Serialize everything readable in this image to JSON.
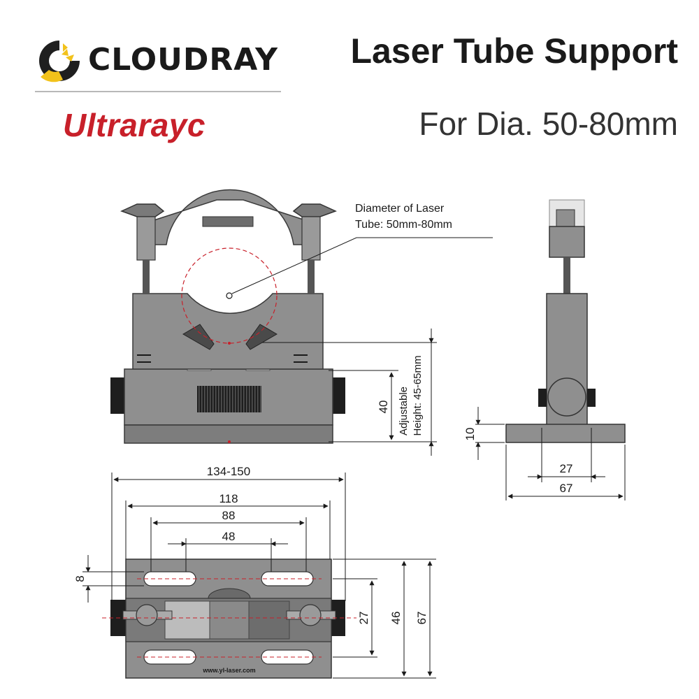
{
  "header": {
    "brand_name": "CLOUDRAY",
    "brand_secondary": "Ultrarayc",
    "title": "Laser Tube Support",
    "subtitle": "For Dia. 50-80mm"
  },
  "front_view": {
    "callout_line1": "Diameter of Laser",
    "callout_line2": "Tube: 50mm-80mm",
    "dim_height": "40",
    "adjustable_line1": "Adjustable",
    "adjustable_line2": "Height: 45-65mm"
  },
  "side_view": {
    "dim_base_thickness": "10",
    "dim_inner_width": "27",
    "dim_outer_width": "67"
  },
  "top_view": {
    "dim_overall": "134-150",
    "dim_118": "118",
    "dim_88": "88",
    "dim_48": "48",
    "dim_slot": "8",
    "dim_27": "27",
    "dim_46": "46",
    "dim_67": "67",
    "website": "www.yl-laser.com"
  },
  "colors": {
    "metal": "#8f8f8f",
    "metal_dark": "#4a4a4a",
    "accent_red": "#c8202a",
    "logo_yellow": "#f2c21b"
  }
}
